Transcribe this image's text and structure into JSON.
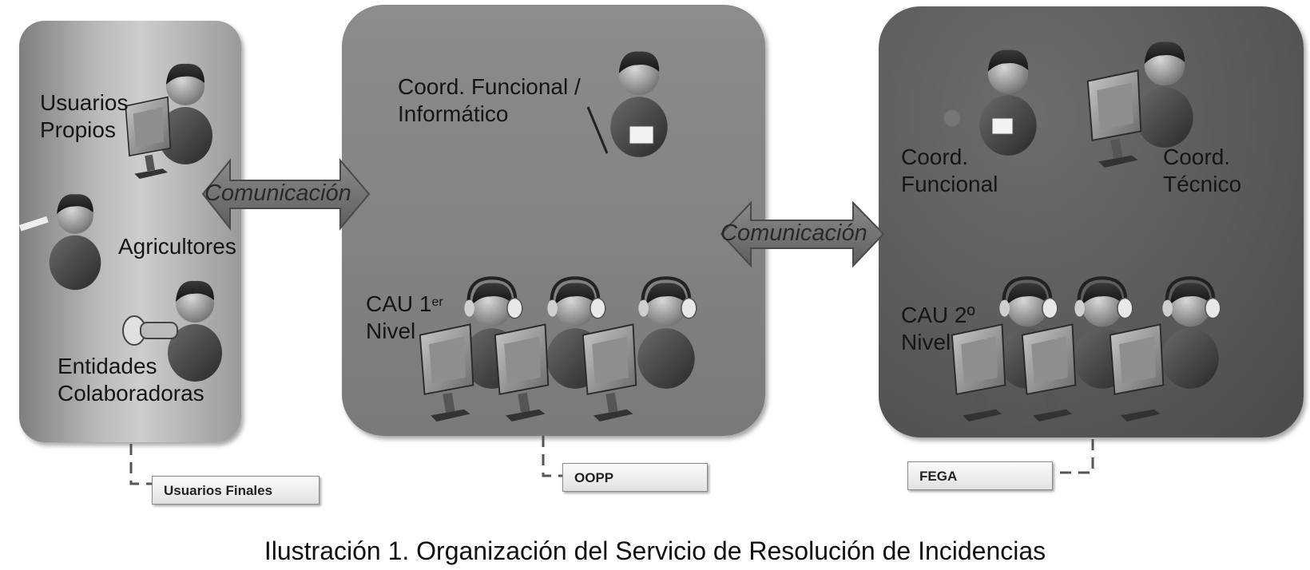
{
  "labels": {
    "usuarios_propios_line1": "Usuarios",
    "usuarios_propios_line2": "Propios",
    "agricultores": "Agricultores",
    "entidades_line1": "Entidades",
    "entidades_line2": "Colaboradoras",
    "coord_funcional_info_line1": "Coord. Funcional /",
    "coord_funcional_info_line2": "Informático",
    "cau1_line1": "CAU 1",
    "cau1_sup": "er",
    "cau1_line2": "Nivel",
    "coord_funcional_line1": "Coord.",
    "coord_funcional_line2": "Funcional",
    "coord_tecnico_line1": "Coord.",
    "coord_tecnico_line2": "Técnico",
    "cau2_line1": "CAU 2º",
    "cau2_line2": "Nivel"
  },
  "arrows": {
    "left": "Comunicación",
    "right": "Comunicación"
  },
  "tags": {
    "usuarios_finales": "Usuarios Finales",
    "oopp": "OOPP",
    "fega": "FEGA"
  },
  "caption": "Ilustración 1. Organización del Servicio de Resolución de Incidencias"
}
